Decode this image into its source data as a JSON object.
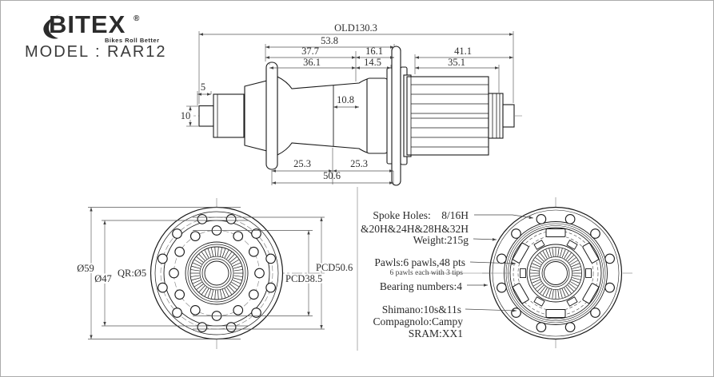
{
  "header": {
    "brand": "BITEX",
    "registered": "®",
    "tagline": "Bikes Roll Better",
    "model": "MODEL : RAR12"
  },
  "side_view": {
    "dims": {
      "old": "OLD130.3",
      "len_53_8": "53.8",
      "len_37_7": "37.7",
      "len_16_1": "16.1",
      "len_41_1": "41.1",
      "len_36_1": "36.1",
      "len_14_5": "14.5",
      "len_35_1": "35.1",
      "len_5": "5",
      "dia_10": "10",
      "len_10_8": "10.8",
      "len_25_3_left": "25.3",
      "len_25_3_right": "25.3",
      "len_50_6": "50.6"
    }
  },
  "front_view": {
    "dims": {
      "dia_59": "Ø59",
      "dia_47": "Ø47",
      "qr": "QR:Ø5",
      "pcd_50_6": "PCD50.6",
      "pcd_38_5": "PCD38.5"
    }
  },
  "specs": {
    "spoke_holes_line1": "Spoke Holes:    8/16H",
    "spoke_holes_line2": "&20H&24H&28H&32H",
    "weight": "Weight:215g",
    "pawls": "Pawls:6 pawls,48 pts",
    "pawls_note": "6 pawls each with 3 tips",
    "bearings": "Bearing numbers:4",
    "shimano": "Shimano:10s&11s",
    "campagnolo": "Compagnolo:Campy",
    "sram": "SRAM:XX1"
  }
}
